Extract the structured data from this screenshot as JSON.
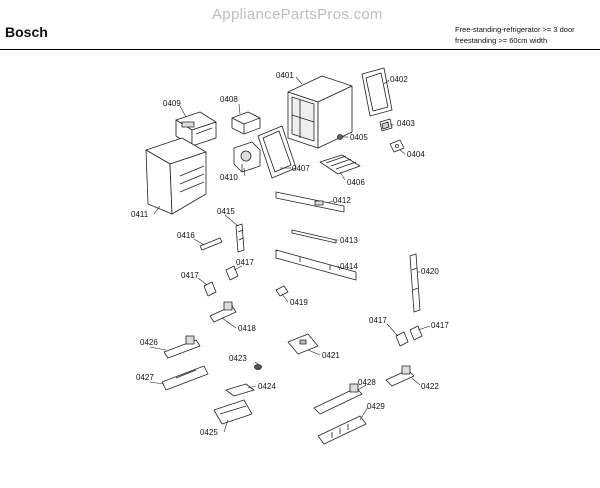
{
  "header": {
    "brand": "Bosch",
    "watermark": "AppliancePartsPros.com",
    "description_line1": "Free-standing-refrigerator >= 3 door",
    "description_line2": "freestanding >= 60cm width"
  },
  "parts": {
    "p0401": "0401",
    "p0402": "0402",
    "p0403": "0403",
    "p0404": "0404",
    "p0405": "0405",
    "p0406": "0406",
    "p0407": "0407",
    "p0408": "0408",
    "p0409": "0409",
    "p0410": "0410",
    "p0411": "0411",
    "p0412": "0412",
    "p0413": "0413",
    "p0414": "0414",
    "p0415": "0415",
    "p0416": "0416",
    "p0417": "0417",
    "p0418": "0418",
    "p0419": "0419",
    "p0420": "0420",
    "p0421": "0421",
    "p0422": "0422",
    "p0423": "0423",
    "p0424": "0424",
    "p0425": "0425",
    "p0426": "0426",
    "p0427": "0427",
    "p0428": "0428",
    "p0429": "0429"
  }
}
